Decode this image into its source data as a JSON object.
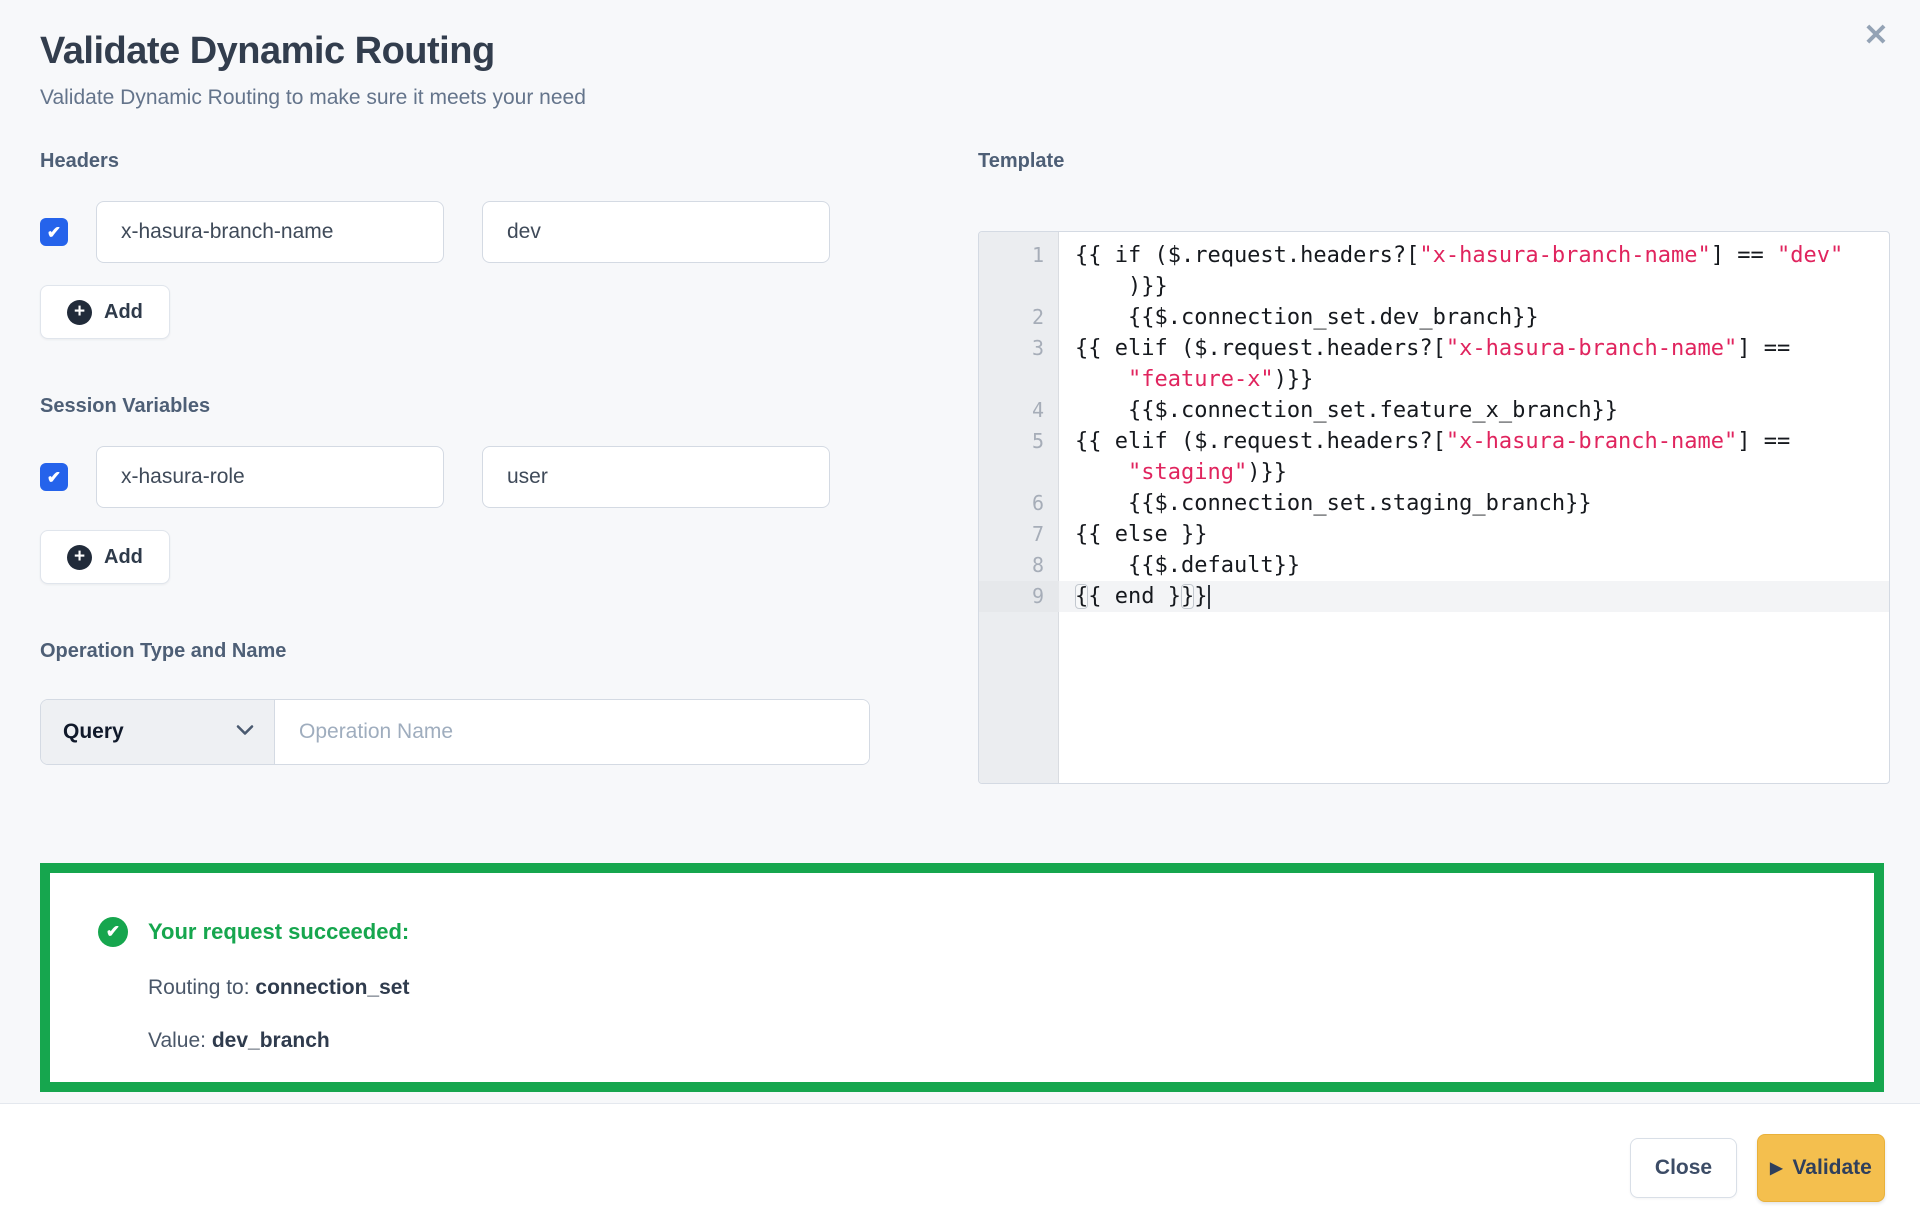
{
  "modal": {
    "title": "Validate Dynamic Routing",
    "subtitle": "Validate Dynamic Routing to make sure it meets your need"
  },
  "icons": {
    "close": "✕",
    "check": "✔",
    "plus": "+",
    "play": "▶",
    "chevron_down": "⌄"
  },
  "headers_section": {
    "label": "Headers",
    "rows": [
      {
        "checked": true,
        "key": "x-hasura-branch-name",
        "value": "dev"
      }
    ],
    "add_label": "Add"
  },
  "session_variables_section": {
    "label": "Session Variables",
    "rows": [
      {
        "checked": true,
        "key": "x-hasura-role",
        "value": "user"
      }
    ],
    "add_label": "Add"
  },
  "operation_section": {
    "label": "Operation Type and Name",
    "type_selected": "Query",
    "name_placeholder": "Operation Name"
  },
  "template_section": {
    "label": "Template",
    "lines": [
      {
        "num": "1",
        "seg": [
          {
            "t": "{{ if ($.request.headers?[",
            "s": "k"
          },
          {
            "t": "\"x-hasura-branch-name\"",
            "s": "r"
          },
          {
            "t": "] == ",
            "s": "k"
          },
          {
            "t": "\"dev\"",
            "s": "r"
          }
        ]
      },
      {
        "num": "",
        "seg": [
          {
            "t": "    )}}",
            "s": "k"
          }
        ]
      },
      {
        "num": "2",
        "seg": [
          {
            "t": "    {{$.connection_set.dev_branch}}",
            "s": "k"
          }
        ]
      },
      {
        "num": "3",
        "seg": [
          {
            "t": "{{ elif ($.request.headers?[",
            "s": "k"
          },
          {
            "t": "\"x-hasura-branch-name\"",
            "s": "r"
          },
          {
            "t": "] ==",
            "s": "k"
          }
        ]
      },
      {
        "num": "",
        "seg": [
          {
            "t": "    ",
            "s": "k"
          },
          {
            "t": "\"feature-x\"",
            "s": "r"
          },
          {
            "t": ")}}",
            "s": "k"
          }
        ]
      },
      {
        "num": "4",
        "seg": [
          {
            "t": "    {{$.connection_set.feature_x_branch}}",
            "s": "k"
          }
        ]
      },
      {
        "num": "5",
        "seg": [
          {
            "t": "{{ elif ($.request.headers?[",
            "s": "k"
          },
          {
            "t": "\"x-hasura-branch-name\"",
            "s": "r"
          },
          {
            "t": "] ==",
            "s": "k"
          }
        ]
      },
      {
        "num": "",
        "seg": [
          {
            "t": "    ",
            "s": "k"
          },
          {
            "t": "\"staging\"",
            "s": "r"
          },
          {
            "t": ")}}",
            "s": "k"
          }
        ]
      },
      {
        "num": "6",
        "seg": [
          {
            "t": "    {{$.connection_set.staging_branch}}",
            "s": "k"
          }
        ]
      },
      {
        "num": "7",
        "seg": [
          {
            "t": "{{ else }}",
            "s": "k"
          }
        ]
      },
      {
        "num": "8",
        "seg": [
          {
            "t": "    {{$.default}}",
            "s": "k"
          }
        ]
      },
      {
        "num": "9",
        "active": true,
        "cursor": true,
        "seg": [
          {
            "t": "{",
            "s": "b"
          },
          {
            "t": "{ end }",
            "s": "k"
          },
          {
            "t": "}",
            "s": "b"
          },
          {
            "t": "}",
            "s": "k"
          }
        ]
      }
    ]
  },
  "result": {
    "heading": "Your request succeeded:",
    "routing_label": "Routing to: ",
    "routing_value": "connection_set",
    "value_label": "Value: ",
    "value_value": "dev_branch"
  },
  "footer": {
    "close_label": "Close",
    "validate_label": "Validate"
  },
  "colors": {
    "accent_blue": "#2563eb",
    "success_green": "#16a64e",
    "validate_amber": "#f4bf4e",
    "code_string_red": "#e0245e"
  }
}
